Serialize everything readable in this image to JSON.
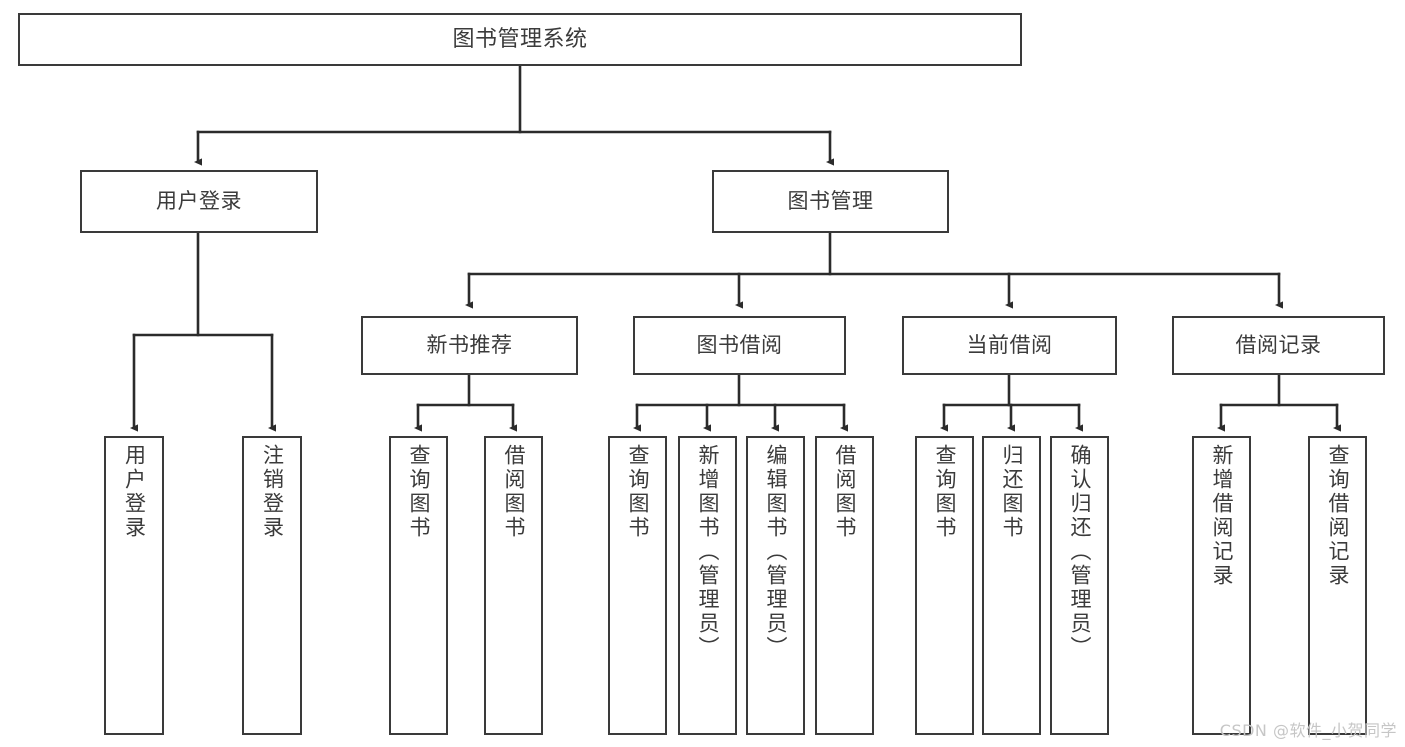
{
  "diagram": {
    "title": "图书管理系统",
    "type": "tree-hierarchy-chart",
    "watermark": "CSDN @软件_小贺同学",
    "colors": {
      "background": "#ffffff",
      "box_border": "#3a3a3a",
      "box_fill": "#ffffff",
      "text": "#3b3b3b",
      "connector": "#2b2b2b",
      "watermark": "#c6c6c6"
    },
    "root": {
      "label": "图书管理系统"
    },
    "level1": [
      {
        "label": "用户登录"
      },
      {
        "label": "图书管理"
      }
    ],
    "level2": [
      {
        "label": "新书推荐"
      },
      {
        "label": "图书借阅"
      },
      {
        "label": "当前借阅"
      },
      {
        "label": "借阅记录"
      }
    ],
    "leaves": {
      "user_login": [
        {
          "label": "用户登录"
        },
        {
          "label": "注销登录"
        }
      ],
      "new_book_recommend": [
        {
          "label": "查询图书"
        },
        {
          "label": "借阅图书"
        }
      ],
      "book_borrow": [
        {
          "label": "查询图书"
        },
        {
          "label": "新增图书（管理员）"
        },
        {
          "label": "编辑图书（管理员）"
        },
        {
          "label": "借阅图书"
        }
      ],
      "current_borrow": [
        {
          "label": "查询图书"
        },
        {
          "label": "归还图书"
        },
        {
          "label": "确认归还（管理员）"
        }
      ],
      "borrow_record": [
        {
          "label": "新增借阅记录"
        },
        {
          "label": "查询借阅记录"
        }
      ]
    }
  }
}
